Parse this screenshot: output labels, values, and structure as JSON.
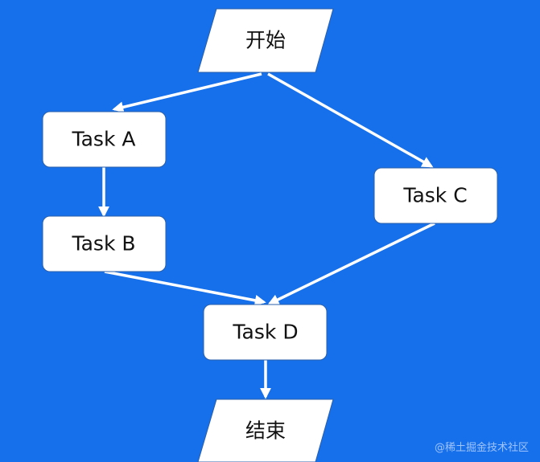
{
  "nodes": {
    "start": "开始",
    "task_a": "Task A",
    "task_b": "Task B",
    "task_c": "Task C",
    "task_d": "Task D",
    "end": "结束"
  },
  "edges": [
    {
      "from": "start",
      "to": "task_a"
    },
    {
      "from": "start",
      "to": "task_c"
    },
    {
      "from": "task_a",
      "to": "task_b"
    },
    {
      "from": "task_b",
      "to": "task_d"
    },
    {
      "from": "task_c",
      "to": "task_d"
    },
    {
      "from": "task_d",
      "to": "end"
    }
  ],
  "watermark": "@稀土掘金技术社区",
  "colors": {
    "background": "#1670eb",
    "node_fill": "#ffffff",
    "edge": "#ffffff"
  }
}
